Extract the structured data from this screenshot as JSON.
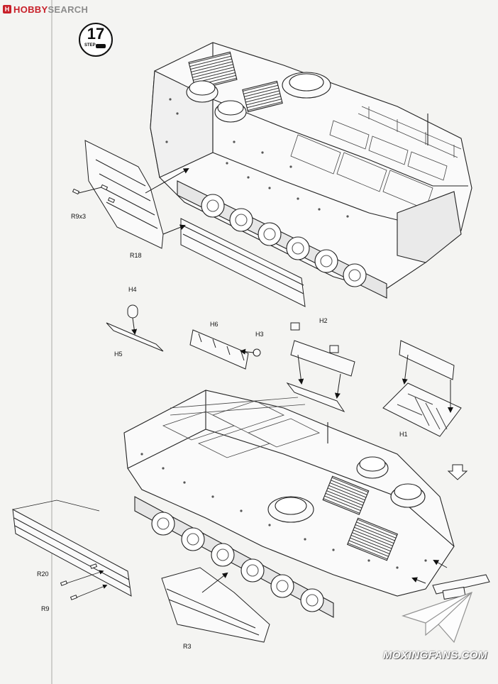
{
  "header": {
    "logo_letter": "H",
    "brand_main": "HOBBY",
    "brand_sub": "SEARCH"
  },
  "step": {
    "number": "17",
    "label": "STEP"
  },
  "labels": {
    "r9x3": "R9x3",
    "r18": "R18",
    "h4": "H4",
    "h5": "H5",
    "h6": "H6",
    "h3": "H3",
    "h2": "H2",
    "h1": "H1",
    "r20": "R20",
    "r9": "R9",
    "r3": "R3"
  },
  "watermark": "MOXINGFANS.COM"
}
